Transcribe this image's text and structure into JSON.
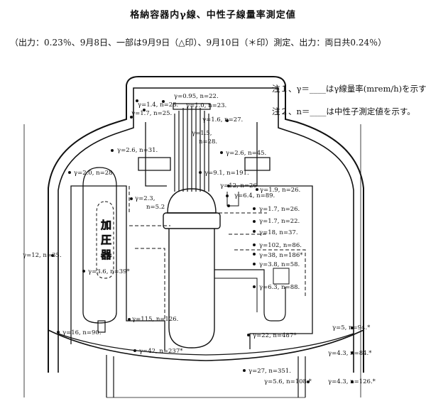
{
  "title": "格納容器内γ線、中性子線量率測定値",
  "subtitle": "（出力：0.23％、9月8日、一部は9月9日（△印）、9月10日（＊印）測定、出力：両日共0.24％）",
  "notes": [
    "注１、γ＝____はγ線量率(mrem/h)を示す。",
    "注２、n＝____は中性子測定値を示す。"
  ],
  "pressurizer_label": [
    "加",
    "圧",
    "器"
  ],
  "measurements": [
    "γ=0.95, n=22.",
    "γ=1.4, n=28.",
    "γ=1.0, n=23.",
    "γ=1.7, n=25.",
    "γ=1.6, n=27.",
    "γ=1.5,",
    "n=28.",
    "γ=2.6, n=31.",
    "γ=2.6, n=45.",
    "γ=2.0, n=28.",
    "γ=9.1, n=191.",
    "γ=1.9, n=26.",
    "γ=12, n=26",
    "γ=6.4, n=89.",
    "γ=2.3,",
    "n=5.2",
    "γ=1.7, n=26.",
    "γ=1.7, n=22.",
    "γ=18, n=37.",
    "γ=12, n=35.",
    "γ=102, n=86.",
    "γ=38, n=186*",
    "γ=3.8, n=58.",
    "γ=3.6, n=39*",
    "γ=6.3, n=88.",
    "γ=115, n=126.",
    "γ=5, n=94.*",
    "γ=16, n=90.",
    "γ=22, n=487*",
    "γ=42, n=237*",
    "γ=4.3, n=84.*",
    "γ=27, n=351.",
    "γ=5.6, n=108.*",
    "γ=4.3, n=126.*"
  ]
}
